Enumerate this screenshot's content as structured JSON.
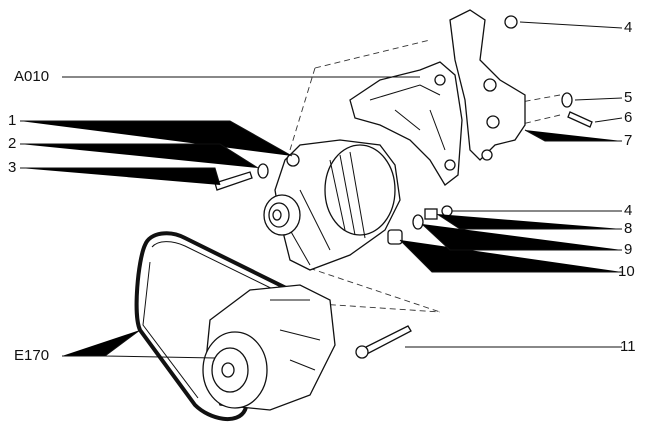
{
  "diagram": {
    "labels": {
      "nut_top": "4",
      "bracket": "A010",
      "washer_top": "5",
      "bolt_top": "6",
      "bracket_rear": "7",
      "alternator": "1",
      "washer_left": "2",
      "bolt_left": "3",
      "nut_mid": "4",
      "spacer_8": "8",
      "washer_9": "9",
      "bushing_10": "10",
      "compressor": "E170",
      "bolt_long": "11"
    }
  }
}
